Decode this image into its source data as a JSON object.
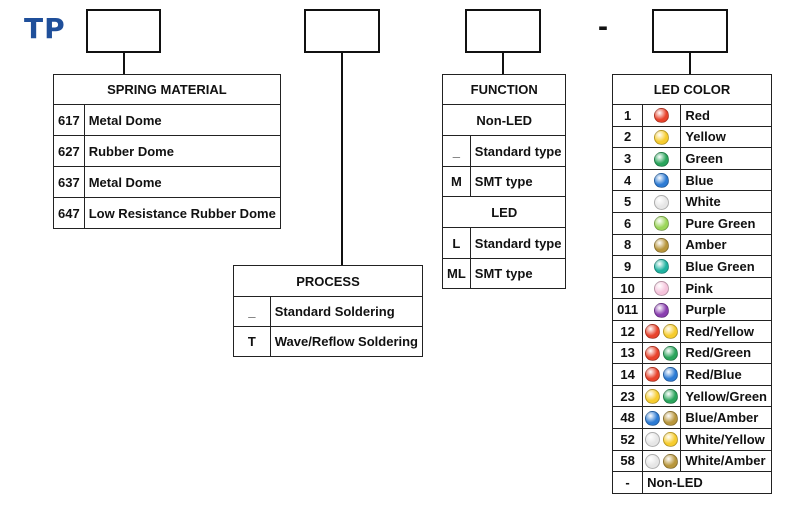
{
  "prefix": "TP",
  "separator": "-",
  "spring_material": {
    "title": "SPRING MATERIAL",
    "rows": [
      {
        "code": "617",
        "label": "Metal Dome"
      },
      {
        "code": "627",
        "label": "Rubber Dome"
      },
      {
        "code": "637",
        "label": "Metal Dome"
      },
      {
        "code": "647",
        "label": "Low Resistance Rubber Dome"
      }
    ]
  },
  "process": {
    "title": "PROCESS",
    "rows": [
      {
        "code": "_",
        "label": "Standard Soldering"
      },
      {
        "code": "T",
        "label": "Wave/Reflow Soldering"
      }
    ]
  },
  "function": {
    "title": "FUNCTION",
    "non_led_header": "Non-LED",
    "non_led_rows": [
      {
        "code": "_",
        "label": "Standard type"
      },
      {
        "code": "M",
        "label": "SMT type"
      }
    ],
    "led_header": "LED",
    "led_rows": [
      {
        "code": "L",
        "label": "Standard type"
      },
      {
        "code": "ML",
        "label": "SMT type"
      }
    ]
  },
  "led_color": {
    "title": "LED COLOR",
    "rows": [
      {
        "code": "1",
        "label": "Red",
        "colors": [
          "#e8432c"
        ]
      },
      {
        "code": "2",
        "label": "Yellow",
        "colors": [
          "#f6cc2e"
        ]
      },
      {
        "code": "3",
        "label": "Green",
        "colors": [
          "#2aa55c"
        ]
      },
      {
        "code": "4",
        "label": "Blue",
        "colors": [
          "#2d7bd4"
        ]
      },
      {
        "code": "5",
        "label": "White",
        "colors": [
          "#e6e6e6"
        ]
      },
      {
        "code": "6",
        "label": "Pure Green",
        "colors": [
          "#9cd65a"
        ]
      },
      {
        "code": "8",
        "label": "Amber",
        "colors": [
          "#b8963c"
        ]
      },
      {
        "code": "9",
        "label": "Blue Green",
        "colors": [
          "#1fb2a0"
        ]
      },
      {
        "code": "10",
        "label": "Pink",
        "colors": [
          "#f6c4dc"
        ]
      },
      {
        "code": "011",
        "label": "Purple",
        "colors": [
          "#8a3fb0"
        ]
      },
      {
        "code": "12",
        "label": "Red/Yellow",
        "colors": [
          "#e8432c",
          "#f6cc2e"
        ]
      },
      {
        "code": "13",
        "label": "Red/Green",
        "colors": [
          "#e8432c",
          "#2aa55c"
        ]
      },
      {
        "code": "14",
        "label": "Red/Blue",
        "colors": [
          "#e8432c",
          "#2d7bd4"
        ]
      },
      {
        "code": "23",
        "label": "Yellow/Green",
        "colors": [
          "#f6cc2e",
          "#2aa55c"
        ]
      },
      {
        "code": "48",
        "label": "Blue/Amber",
        "colors": [
          "#2d7bd4",
          "#b8963c"
        ]
      },
      {
        "code": "52",
        "label": "White/Yellow",
        "colors": [
          "#e6e6e6",
          "#f6cc2e"
        ]
      },
      {
        "code": "58",
        "label": "White/Amber",
        "colors": [
          "#e6e6e6",
          "#b8963c"
        ]
      },
      {
        "code": "-",
        "label": "Non-LED",
        "colors": []
      }
    ]
  }
}
